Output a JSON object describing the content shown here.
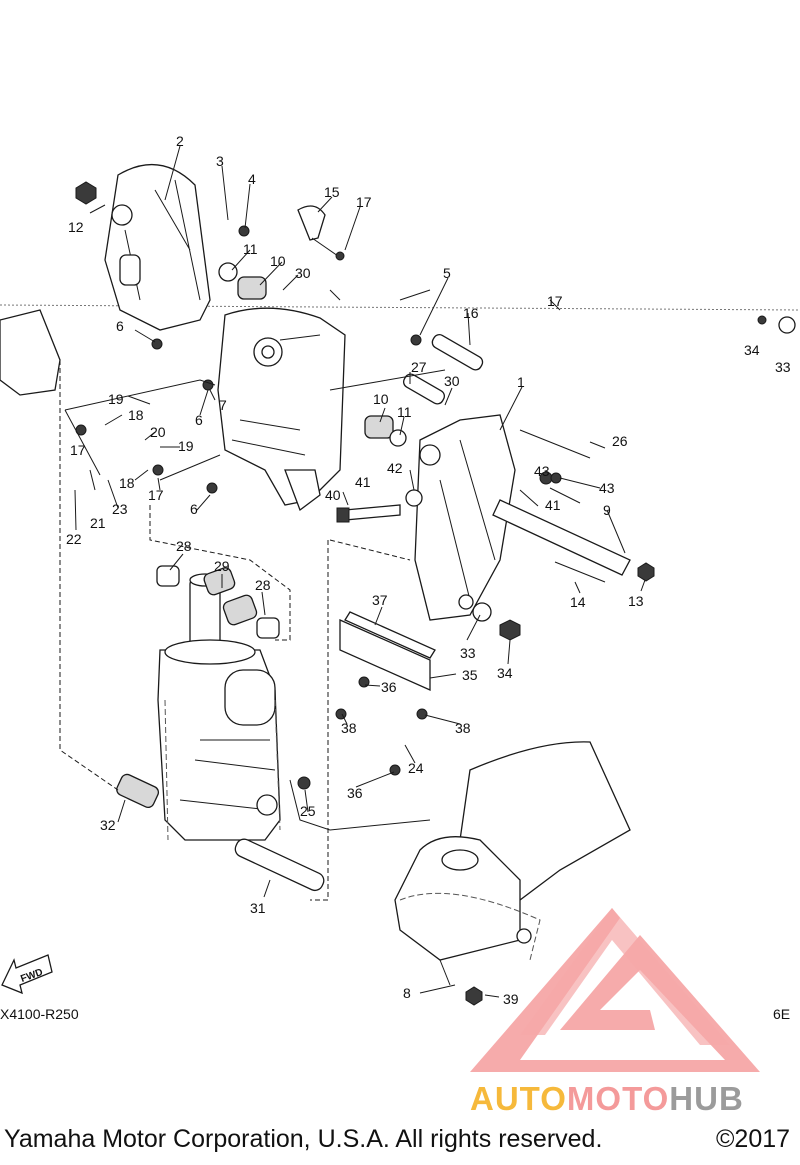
{
  "diagram": {
    "callouts": [
      {
        "id": "2",
        "label": "2"
      },
      {
        "id": "3",
        "label": "3"
      },
      {
        "id": "4",
        "label": "4"
      },
      {
        "id": "15",
        "label": "15"
      },
      {
        "id": "17a",
        "label": "17"
      },
      {
        "id": "12",
        "label": "12"
      },
      {
        "id": "11a",
        "label": "11"
      },
      {
        "id": "10a",
        "label": "10"
      },
      {
        "id": "30a",
        "label": "30"
      },
      {
        "id": "5",
        "label": "5"
      },
      {
        "id": "17b",
        "label": "17"
      },
      {
        "id": "16",
        "label": "16"
      },
      {
        "id": "34a",
        "label": "34"
      },
      {
        "id": "33a",
        "label": "33"
      },
      {
        "id": "6a",
        "label": "6"
      },
      {
        "id": "27",
        "label": "27"
      },
      {
        "id": "30b",
        "label": "30"
      },
      {
        "id": "1",
        "label": "1"
      },
      {
        "id": "19a",
        "label": "19"
      },
      {
        "id": "7",
        "label": "7"
      },
      {
        "id": "6b",
        "label": "6"
      },
      {
        "id": "18a",
        "label": "18"
      },
      {
        "id": "10b",
        "label": "10"
      },
      {
        "id": "11b",
        "label": "11"
      },
      {
        "id": "17c",
        "label": "17"
      },
      {
        "id": "20",
        "label": "20"
      },
      {
        "id": "19b",
        "label": "19"
      },
      {
        "id": "26",
        "label": "26"
      },
      {
        "id": "18b",
        "label": "18"
      },
      {
        "id": "17d",
        "label": "17"
      },
      {
        "id": "42",
        "label": "42"
      },
      {
        "id": "43a",
        "label": "43"
      },
      {
        "id": "43b",
        "label": "43"
      },
      {
        "id": "41a",
        "label": "41"
      },
      {
        "id": "41b",
        "label": "41"
      },
      {
        "id": "21",
        "label": "21"
      },
      {
        "id": "23",
        "label": "23"
      },
      {
        "id": "6c",
        "label": "6"
      },
      {
        "id": "40",
        "label": "40"
      },
      {
        "id": "9",
        "label": "9"
      },
      {
        "id": "22",
        "label": "22"
      },
      {
        "id": "28a",
        "label": "28"
      },
      {
        "id": "29",
        "label": "29"
      },
      {
        "id": "28b",
        "label": "28"
      },
      {
        "id": "14",
        "label": "14"
      },
      {
        "id": "13",
        "label": "13"
      },
      {
        "id": "37",
        "label": "37"
      },
      {
        "id": "33b",
        "label": "33"
      },
      {
        "id": "34b",
        "label": "34"
      },
      {
        "id": "35",
        "label": "35"
      },
      {
        "id": "36a",
        "label": "36"
      },
      {
        "id": "38a",
        "label": "38"
      },
      {
        "id": "38b",
        "label": "38"
      },
      {
        "id": "24",
        "label": "24"
      },
      {
        "id": "36b",
        "label": "36"
      },
      {
        "id": "25",
        "label": "25"
      },
      {
        "id": "32",
        "label": "32"
      },
      {
        "id": "31",
        "label": "31"
      },
      {
        "id": "8",
        "label": "8"
      },
      {
        "id": "39",
        "label": "39"
      }
    ],
    "fwd_label": "FWD",
    "code_left": "X4100-R250",
    "code_right": "6E",
    "icon": "fwd-arrow-icon"
  },
  "watermark": {
    "part_a": "AUTO",
    "part_b": "MOTO",
    "part_c": "HUB",
    "colors": {
      "a": "#f6b93b",
      "b": "#f49a9a",
      "c": "#9b9b9b"
    },
    "icon": "triangle-logo-icon"
  },
  "footer": {
    "text": "Yamaha Motor Corporation, U.S.A. All rights reserved.",
    "year": "©2017"
  }
}
